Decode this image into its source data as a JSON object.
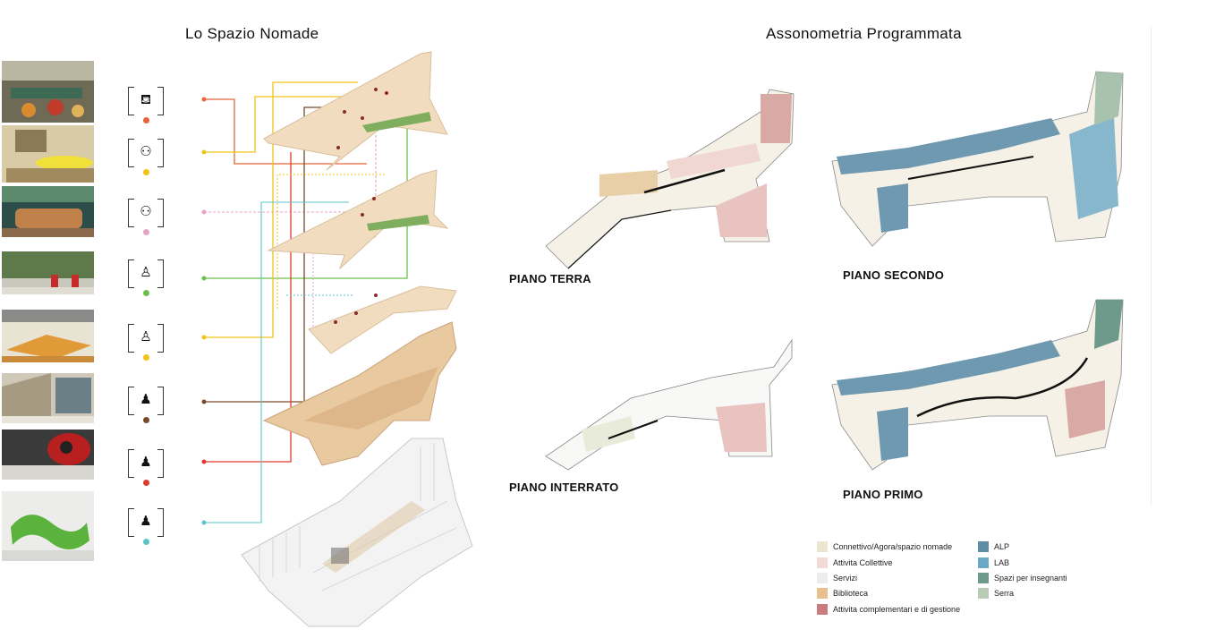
{
  "titles": {
    "left": "Lo Spazio Nomade",
    "right": "Assonometria Programmata"
  },
  "activities": [
    {
      "icon": "reclining-person-icon",
      "glyph": "⛾",
      "color": "#e8643a"
    },
    {
      "icon": "people-at-table-icon",
      "glyph": "⚇",
      "color": "#f0c419"
    },
    {
      "icon": "people-conversation-icon",
      "glyph": "⚇",
      "color": "#e6a4c4"
    },
    {
      "icon": "standing-and-seated-icon",
      "glyph": "♙",
      "color": "#6abf4b"
    },
    {
      "icon": "person-lounging-icon",
      "glyph": "♙",
      "color": "#f0c419"
    },
    {
      "icon": "people-stairs-icon",
      "glyph": "♟",
      "color": "#7a4a2a"
    },
    {
      "icon": "seated-person-icon",
      "glyph": "♟",
      "color": "#e03a2f"
    },
    {
      "icon": "lying-person-icon",
      "glyph": "♟",
      "color": "#5cc4c8"
    }
  ],
  "floors": {
    "ground": "PIANO TERRA",
    "second": "PIANO SECONDO",
    "basement": "PIANO INTERRATO",
    "first": "PIANO PRIMO"
  },
  "legend_left": [
    {
      "label": "Connettivo/Agora/spazio nomade",
      "color": "#ece5cf"
    },
    {
      "label": "Attivita Collettive",
      "color": "#f1d9d6"
    },
    {
      "label": "Servizi",
      "color": "#ececec"
    },
    {
      "label": "Biblioteca",
      "color": "#e8c08e"
    },
    {
      "label": "Attivita complementari e di gestione",
      "color": "#c97b7e"
    }
  ],
  "legend_right": [
    {
      "label": "ALP",
      "color": "#5d8ea6"
    },
    {
      "label": "LAB",
      "color": "#6aaac6"
    },
    {
      "label": "Spazi per insegnanti",
      "color": "#6e9a8c"
    },
    {
      "label": "Serra",
      "color": "#b7ccb2"
    }
  ]
}
